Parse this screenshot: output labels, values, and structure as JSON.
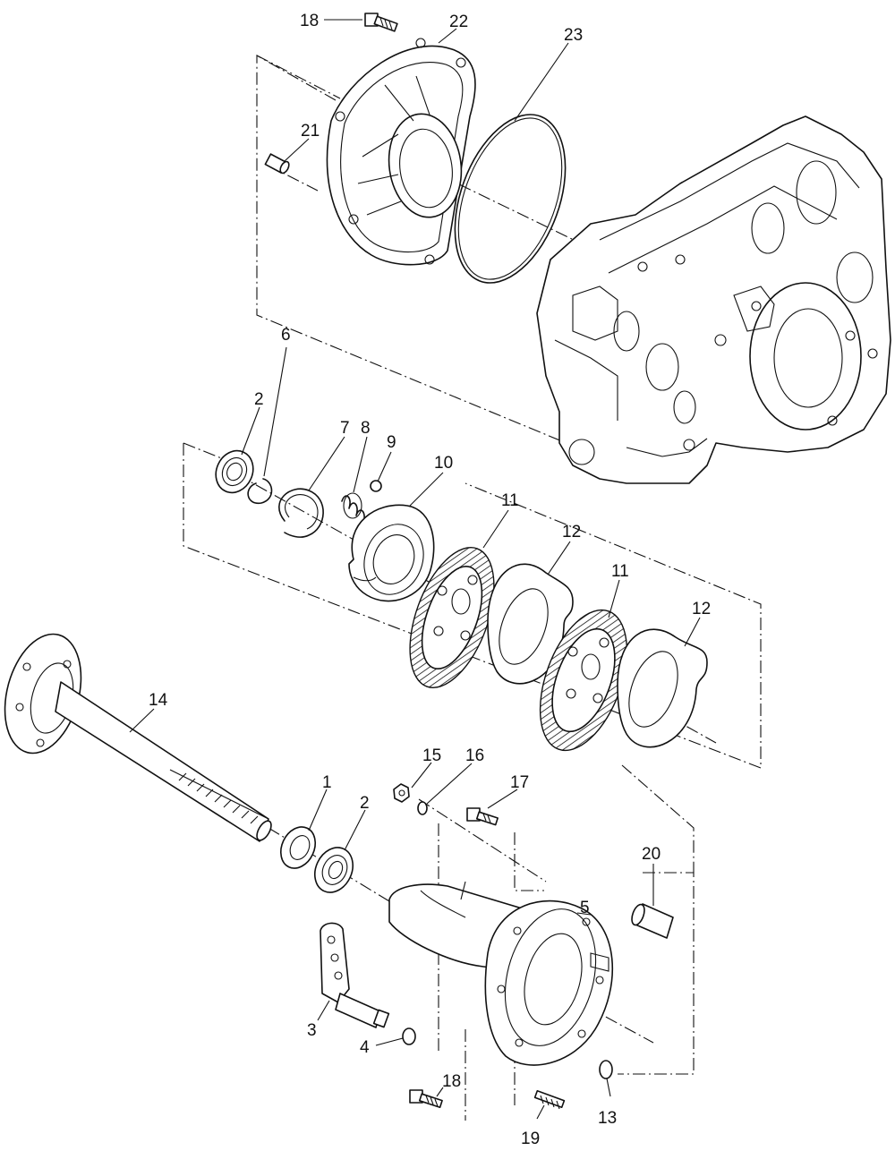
{
  "callouts": [
    {
      "id": "c18a",
      "text": "18"
    },
    {
      "id": "c22",
      "text": "22"
    },
    {
      "id": "c23",
      "text": "23"
    },
    {
      "id": "c21",
      "text": "21"
    },
    {
      "id": "c2a",
      "text": "2"
    },
    {
      "id": "c6",
      "text": "6"
    },
    {
      "id": "c7",
      "text": "7"
    },
    {
      "id": "c8",
      "text": "8"
    },
    {
      "id": "c9",
      "text": "9"
    },
    {
      "id": "c10",
      "text": "10"
    },
    {
      "id": "c11a",
      "text": "11"
    },
    {
      "id": "c12a",
      "text": "12"
    },
    {
      "id": "c11b",
      "text": "11"
    },
    {
      "id": "c12b",
      "text": "12"
    },
    {
      "id": "c14",
      "text": "14"
    },
    {
      "id": "c15",
      "text": "15"
    },
    {
      "id": "c16",
      "text": "16"
    },
    {
      "id": "c17",
      "text": "17"
    },
    {
      "id": "c1",
      "text": "1"
    },
    {
      "id": "c2b",
      "text": "2"
    },
    {
      "id": "c20",
      "text": "20"
    },
    {
      "id": "c5",
      "text": "5"
    },
    {
      "id": "c3",
      "text": "3"
    },
    {
      "id": "c4",
      "text": "4"
    },
    {
      "id": "c18b",
      "text": "18"
    },
    {
      "id": "c13",
      "text": "13"
    },
    {
      "id": "c19",
      "text": "19"
    }
  ]
}
